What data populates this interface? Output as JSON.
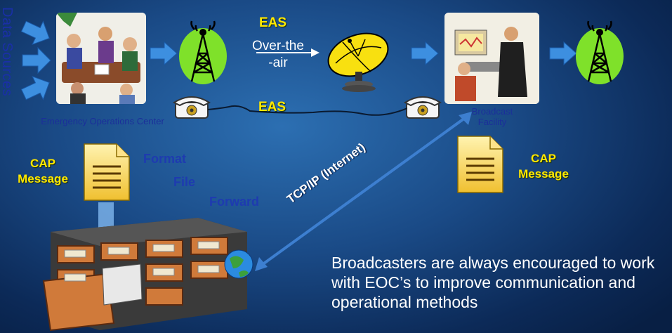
{
  "side_label": "Data Sources",
  "eoc_caption": "Emergency Operations Center",
  "broadcast_caption": "Broadcast Facility",
  "eas_top": "EAS",
  "over_the_air": "Over-the -air",
  "eas_phone": "EAS",
  "cap_left": "CAP Message",
  "cap_right": "CAP Message",
  "format": "Format",
  "file": "File",
  "forward": "Forward",
  "tcpip": "TCP/IP (Internet)",
  "body_text": "Broadcasters are always encouraged to work with EOC’s to improve communication and operational methods",
  "colors": {
    "arrow": "#3d8fe0",
    "tower": "#7fe12a",
    "label_yellow": "#ffe800",
    "dark_blue_text": "#1e3bb0"
  }
}
